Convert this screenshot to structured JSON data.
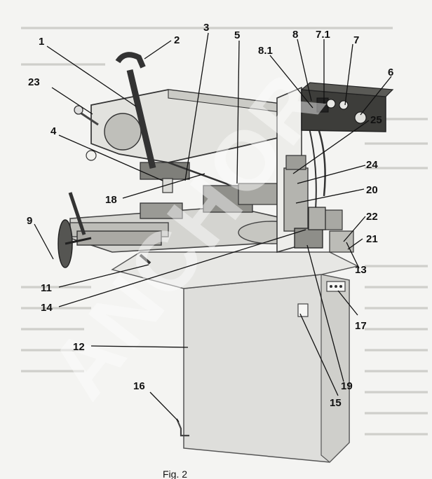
{
  "figure": {
    "caption": "Fig. 2",
    "watermark": "ANCHOR",
    "callouts": [
      {
        "id": "c-1",
        "text": "1"
      },
      {
        "id": "c-2",
        "text": "2"
      },
      {
        "id": "c-3",
        "text": "3"
      },
      {
        "id": "c-5",
        "text": "5"
      },
      {
        "id": "c-8",
        "text": "8"
      },
      {
        "id": "c-7-1",
        "text": "7.1"
      },
      {
        "id": "c-8-1",
        "text": "8.1"
      },
      {
        "id": "c-7",
        "text": "7"
      },
      {
        "id": "c-6",
        "text": "6"
      },
      {
        "id": "c-23",
        "text": "23"
      },
      {
        "id": "c-4",
        "text": "4"
      },
      {
        "id": "c-25",
        "text": "25"
      },
      {
        "id": "c-24",
        "text": "24"
      },
      {
        "id": "c-18",
        "text": "18"
      },
      {
        "id": "c-20",
        "text": "20"
      },
      {
        "id": "c-9",
        "text": "9"
      },
      {
        "id": "c-22",
        "text": "22"
      },
      {
        "id": "c-21",
        "text": "21"
      },
      {
        "id": "c-13",
        "text": "13"
      },
      {
        "id": "c-11",
        "text": "11"
      },
      {
        "id": "c-14",
        "text": "14"
      },
      {
        "id": "c-17",
        "text": "17"
      },
      {
        "id": "c-12",
        "text": "12"
      },
      {
        "id": "c-16",
        "text": "16"
      },
      {
        "id": "c-19",
        "text": "19"
      },
      {
        "id": "c-15",
        "text": "15"
      }
    ]
  }
}
